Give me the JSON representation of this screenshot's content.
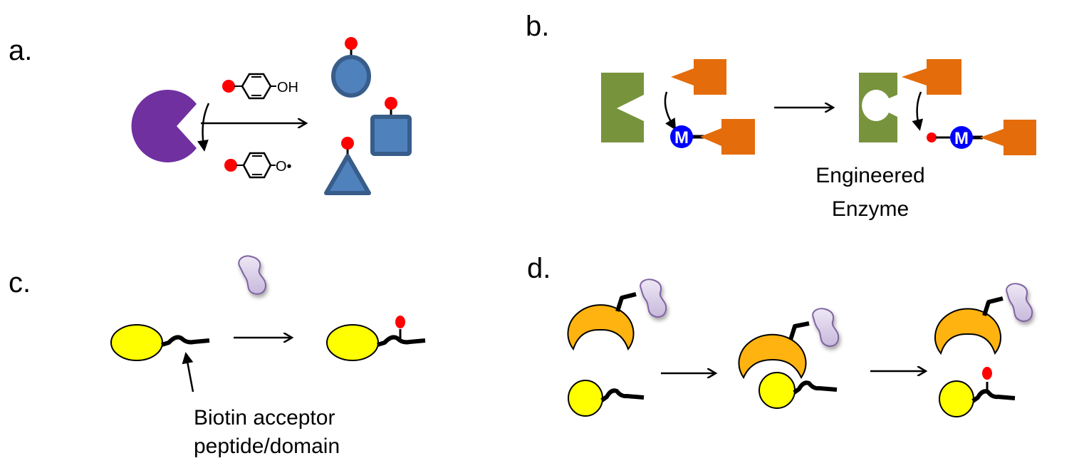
{
  "figure": {
    "colors": {
      "enzyme_purple": "#7030A0",
      "substrate_blue_fill": "#4F81BD",
      "substrate_blue_stroke": "#385D8A",
      "label_red": "#FF0000",
      "enzyme_green": "#77933C",
      "ligand_orange": "#E46C0A",
      "metal_blue": "#0000FF",
      "protein_yellow": "#FFFF00",
      "adaptor_gold": "#FFB310",
      "ligase_lavender": "#CCC0DA",
      "ligase_stroke": "#8064A2"
    },
    "panels": {
      "a": {
        "label": "a.",
        "reagent_top_group": "OH",
        "reagent_bottom_group": "O•",
        "targets": [
          "circle",
          "square",
          "triangle"
        ]
      },
      "b": {
        "label": "b.",
        "metal_symbol": "M",
        "caption_line1": "Engineered",
        "caption_line2": "Enzyme"
      },
      "c": {
        "label": "c.",
        "caption_line1": "Biotin acceptor",
        "caption_line2": "peptide/domain"
      },
      "d": {
        "label": "d."
      }
    }
  }
}
